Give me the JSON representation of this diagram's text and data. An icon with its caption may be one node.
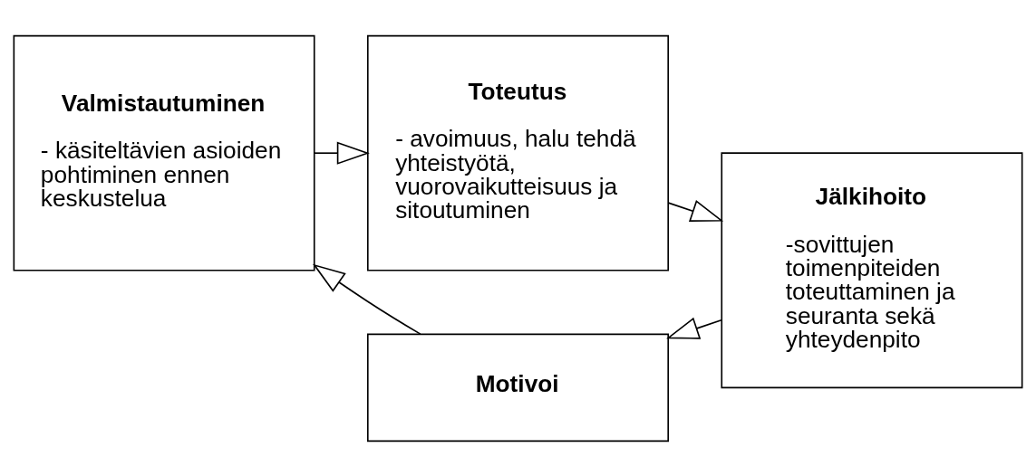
{
  "diagram": {
    "nodes": [
      {
        "text": [
          "Valmistautuminen",
          "- käsiteltävien asioiden pohtiminen ennen keskustelua"
        ]
      },
      {
        "text": [
          "Toteutus",
          "- avoimuus, halu tehdä yhteistyötä, vuorovaikutteisuus ja sitoutuminen"
        ]
      },
      {
        "text": [
          "Jälkihoito",
          "-sovittujen toimenpiteiden toteuttaminen ja seuranta sekä yhteydenpito"
        ]
      },
      {
        "text": [
          "Motivoi"
        ]
      }
    ],
    "edges": [
      {
        "from": 0,
        "to": 1,
        "arrow": "to"
      },
      {
        "from": 1,
        "to": 2,
        "arrow": "to"
      },
      {
        "from": 2,
        "to": 3,
        "arrow": "to"
      },
      {
        "from": 3,
        "to": 0,
        "arrow": "to"
      }
    ]
  }
}
